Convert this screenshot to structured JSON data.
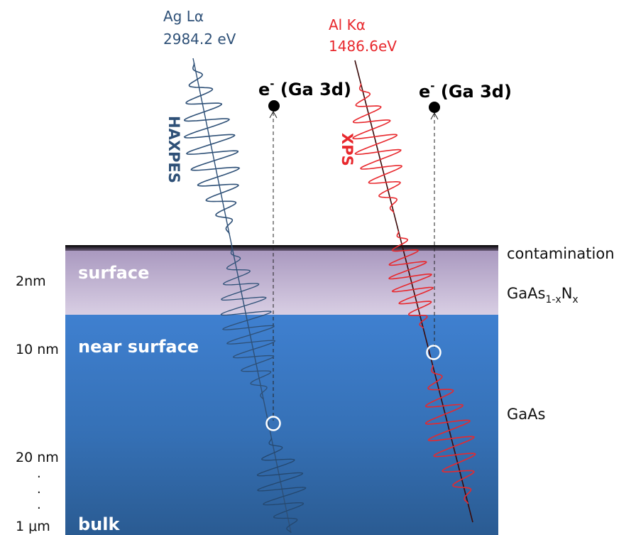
{
  "beams": {
    "ag": {
      "line": "Ag Lα",
      "energy": "2984.2 eV",
      "label": "HAXPES",
      "color": "#2e5077"
    },
    "al": {
      "line": "Al Kα",
      "energy": "1486.6eV",
      "label": "XPS",
      "color": "#e8282d"
    }
  },
  "electrons": {
    "left": {
      "prefix": "e",
      "sup": "-",
      "suffix": " (Ga 3d)"
    },
    "right": {
      "prefix": "e",
      "sup": "-",
      "suffix": " (Ga 3d)"
    }
  },
  "regions": {
    "surface": "surface",
    "near_surface": "near surface",
    "bulk": "bulk"
  },
  "depths": {
    "d2": "2nm",
    "d10": "10 nm",
    "d20": "20 nm",
    "dots": [
      ".",
      ".",
      "."
    ],
    "d1um": "1 μm"
  },
  "layers": {
    "contamination": "contamination",
    "gaasn": {
      "base": "GaAs",
      "sub1": "1-x",
      "mid": "N",
      "sub2": "x"
    },
    "gaas": "GaAs"
  },
  "colors": {
    "haxpes": "#2e5077",
    "xps": "#e8282d",
    "surface_top": "#a695bd",
    "surface_bottom": "#d8cde3",
    "bulk_top": "#3f7fcf",
    "bulk_bottom": "#2b5f97"
  }
}
